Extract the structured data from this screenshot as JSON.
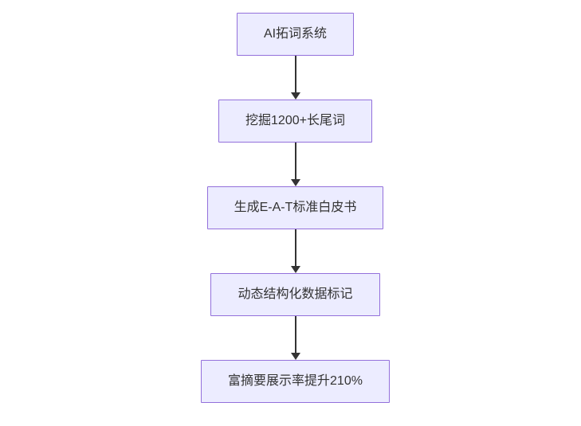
{
  "diagram": {
    "type": "flowchart",
    "direction": "top-down",
    "colors": {
      "node-fill": "#ECECFF",
      "node-border": "#9370DB",
      "node-text": "#333333",
      "arrow": "#333333",
      "page-bg": "#ffffff"
    },
    "nodes": [
      {
        "id": "n1",
        "label": "AI拓词系统"
      },
      {
        "id": "n2",
        "label": "挖掘1200+长尾词"
      },
      {
        "id": "n3",
        "label": "生成E-A-T标准白皮书"
      },
      {
        "id": "n4",
        "label": "动态结构化数据标记"
      },
      {
        "id": "n5",
        "label": "富摘要展示率提升210%"
      }
    ],
    "edges": [
      {
        "from": "n1",
        "to": "n2",
        "style": "arrow-down"
      },
      {
        "from": "n2",
        "to": "n3",
        "style": "arrow-down"
      },
      {
        "from": "n3",
        "to": "n4",
        "style": "arrow-down"
      },
      {
        "from": "n4",
        "to": "n5",
        "style": "arrow-down"
      }
    ]
  }
}
